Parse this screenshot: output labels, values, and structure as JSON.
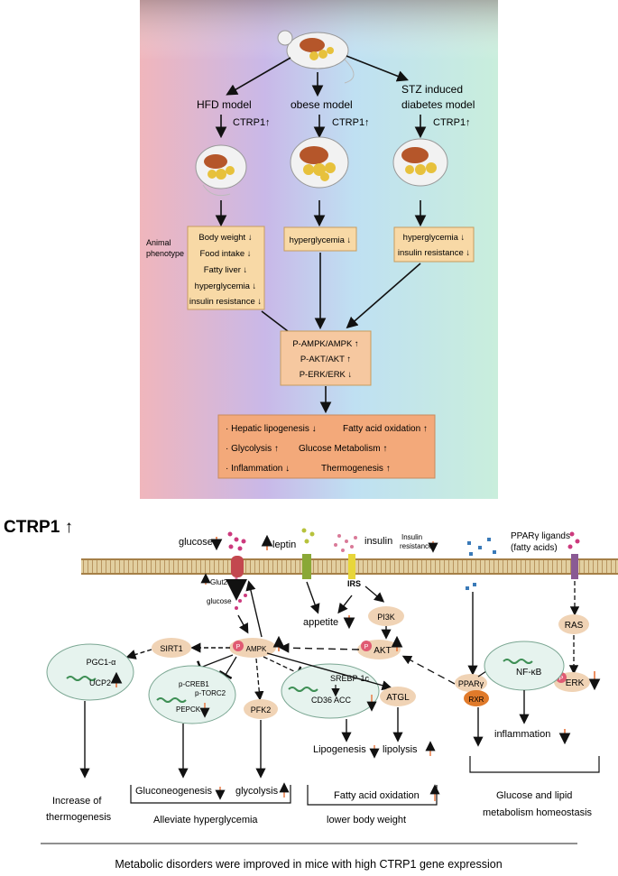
{
  "top_panel": {
    "models": [
      {
        "name": "HFD model",
        "change": "CTRP1↑"
      },
      {
        "name": "obese model",
        "change": "CTRP1↑"
      },
      {
        "name_line1": "STZ  induced",
        "name_line2": "diabetes model",
        "change": "CTRP1↑"
      }
    ],
    "animal_phenotype_line1": "Animal",
    "animal_phenotype_line2": "phenotype",
    "hfd_phenotypes": [
      "Body weight ↓",
      "Food intake ↓",
      "Fatty liver ↓",
      "hyperglycemia ↓",
      "insulin resistance ↓"
    ],
    "obese_phenotypes": [
      "hyperglycemia ↓"
    ],
    "stz_phenotypes": [
      "hyperglycemia ↓",
      "insulin resistance ↓"
    ],
    "signaling": [
      "P-AMPK/AMPK ↑",
      "P-AKT/AKT ↑",
      "P-ERK/ERK ↓"
    ],
    "outcomes": [
      [
        "·  Hepatic lipogenesis ↓",
        "Fatty acid oxidation ↑"
      ],
      [
        "·  Glycolysis ↑",
        "Glucose Metabolism ↑"
      ],
      [
        "·  Inflammation ↓",
        "Thermogenesis ↑"
      ]
    ]
  },
  "bottom_panel": {
    "title": "CTRP1 ↑",
    "glucose": "glucose",
    "leptin": "leptin",
    "insulin": "insulin",
    "insulin_resistance_line1": "Insulin",
    "insulin_resistance_line2": "resistance",
    "ppar_ligands_line1": "PPARγ ligands",
    "ppar_ligands_line2": "(fatty acids)",
    "glut2": "Glut2",
    "glucose_inside": "glucose",
    "irs": "IRS",
    "pi3k": "PI3K",
    "appetite": "appetite",
    "ras": "RAS",
    "p": "P",
    "ampk": "AMPK",
    "akt": "AKT",
    "erk": "ERK",
    "sirt1": "SIRT1",
    "pgc1a": "PGC1-α",
    "ucp2": "UCP2",
    "p_creb1": "p-CREB1",
    "p_torc2": "p-TORC2",
    "pepck": "PEPCK",
    "pfk2": "PFK2",
    "srebp1c": "SREBP-1c",
    "cd36_acc": "CD36 ACC",
    "atgl": "ATGL",
    "ppar": "PPARγ",
    "rxr": "RXR",
    "nfkb": "NF-κB",
    "inflammation": "inflammation",
    "lipogenesis": "Lipogenesis",
    "lipolysis": "lipolysis",
    "increase_thermo_line1": "Increase of",
    "increase_thermo_line2": "thermogenesis",
    "gluconeogenesis": "Gluconeogenesis",
    "glycolysis": "glycolysis",
    "fatty_acid_oxidation": "Fatty acid oxidation",
    "alleviate": "Alleviate hyperglycemia",
    "lower_bw": "lower body weight",
    "homeostasis_line1": "Glucose and lipid",
    "homeostasis_line2": "metabolism homeostasis"
  },
  "caption": "Metabolic disorders were improved in mice with high CTRP1 gene expression",
  "colors": {
    "up_arrow": "#e8733a",
    "box_fill": "#f8d9a6",
    "membrane": "#c9a56a",
    "ellipse": "#e6f3ee",
    "oval": "#f0d3b5"
  }
}
